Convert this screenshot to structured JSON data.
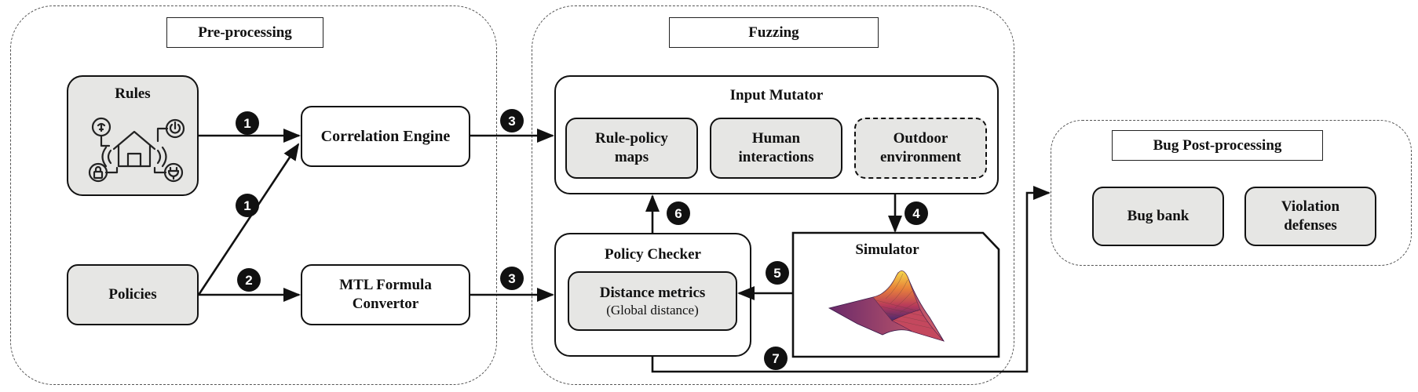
{
  "sections": {
    "preprocessing": "Pre-processing",
    "fuzzing": "Fuzzing",
    "bug_post": "Bug Post-processing"
  },
  "nodes": {
    "rules": "Rules",
    "policies": "Policies",
    "correlation_engine": "Correlation Engine",
    "mtl_line1": "MTL Formula",
    "mtl_line2": "Convertor",
    "input_mutator": "Input Mutator",
    "rule_policy_line1": "Rule-policy",
    "rule_policy_line2": "maps",
    "human_line1": "Human",
    "human_line2": "interactions",
    "outdoor_line1": "Outdoor",
    "outdoor_line2": "environment",
    "policy_checker": "Policy Checker",
    "distance_metrics": "Distance metrics",
    "global_distance": "(Global distance)",
    "simulator": "Simulator",
    "bug_bank": "Bug bank",
    "violation_line1": "Violation",
    "violation_line2": "defenses"
  },
  "steps": [
    "1",
    "1",
    "2",
    "3",
    "3",
    "4",
    "5",
    "6",
    "7"
  ],
  "colors": {
    "grey_fill": "#e6e6e4",
    "stroke": "#111111"
  },
  "icons": [
    "smart-home-icon",
    "lightbulb-icon",
    "power-icon",
    "lock-icon",
    "plug-icon",
    "surface-plot-icon"
  ]
}
